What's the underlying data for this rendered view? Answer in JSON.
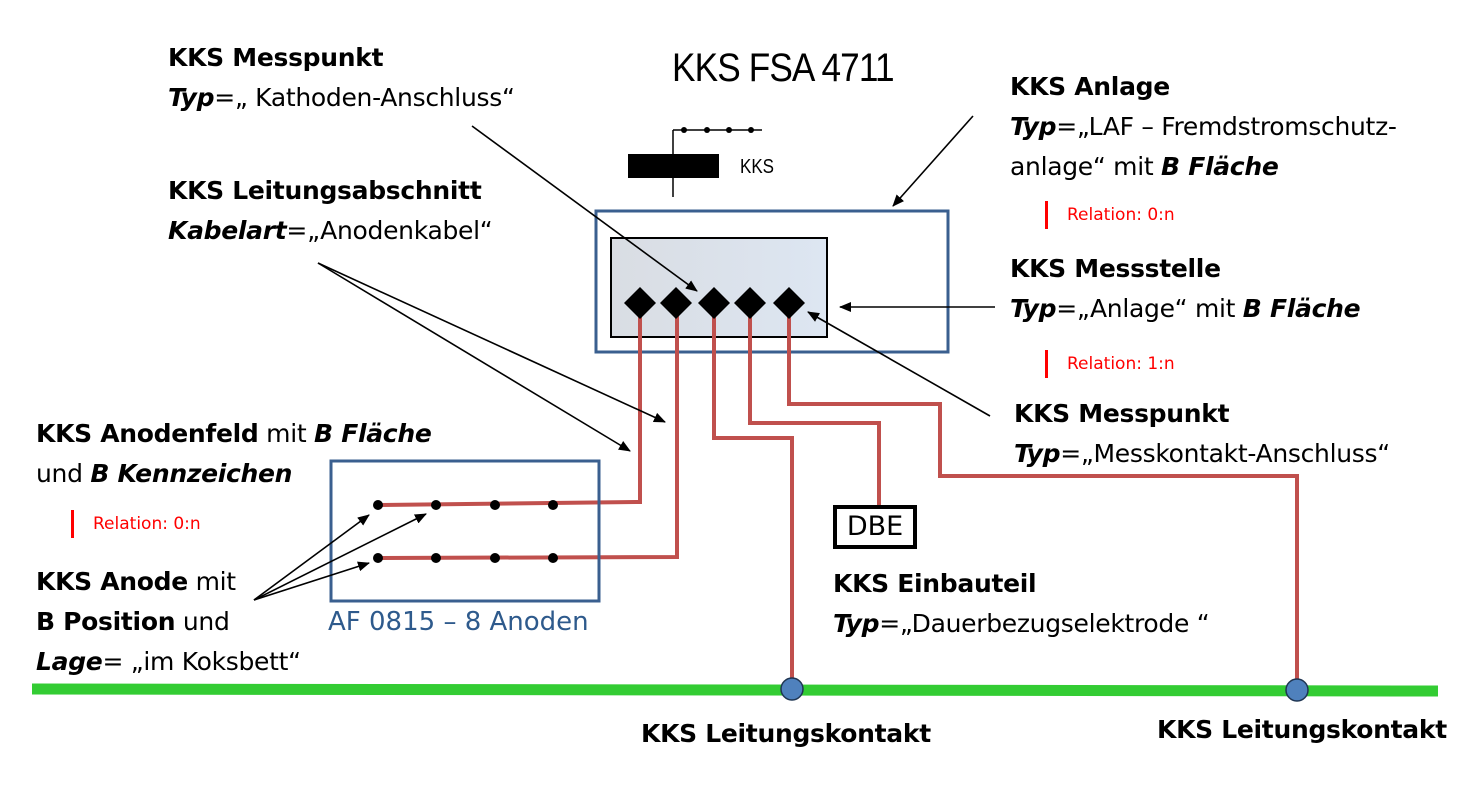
{
  "title": "KKS FSA 4711",
  "symbol_label": "KKS",
  "colors": {
    "wire": "#c0504d",
    "frame": "#3a5f8f",
    "pipeline": "#33cc33",
    "contact": "#4f81bd",
    "relation": "#ff0000"
  },
  "labels": {
    "messpunkt_kathode": {
      "title": "KKS Messpunkt",
      "attr": "Typ",
      "value": "=„ Kathoden-Anschluss“"
    },
    "leitungsabschnitt": {
      "title": "KKS Leitungsabschnitt",
      "attr": "Kabelart",
      "value": "=„Anodenkabel“"
    },
    "anlage": {
      "title": "KKS Anlage",
      "attr": "Typ",
      "value": "=„LAF – Fremdstromschutz-",
      "line2": "anlage“ mit ",
      "line2_bold": "B Fläche",
      "relation": "Relation: 0:n"
    },
    "messstelle": {
      "title": "KKS Messstelle",
      "attr": "Typ",
      "value": "=„Anlage“ mit ",
      "value_bold": "B Fläche",
      "relation": "Relation: 1:n"
    },
    "messpunkt_messkontakt": {
      "title": "KKS Messpunkt",
      "attr": "Typ",
      "value": "=„Messkontakt-Anschluss“"
    },
    "anodenfeld": {
      "title": "KKS Anodenfeld",
      "mid": " mit ",
      "bold1": "B Fläche",
      "line2": "und ",
      "bold2": "B Kennzeichen",
      "relation": "Relation: 0:n"
    },
    "anode": {
      "title": "KKS Anode",
      "mid": " mit",
      "line2_bold": "B Position",
      "line2": " und",
      "line3_attr": "Lage",
      "line3": "= „im Koksbett“"
    },
    "anodenfeld_name": "AF 0815 – 8 Anoden",
    "einbauteil": {
      "box": "DBE",
      "title": "KKS Einbauteil",
      "attr": "Typ",
      "value": "=„Dauerbezugselektrode “"
    },
    "leitungskontakt_1": "KKS Leitungskontakt",
    "leitungskontakt_2": "KKS Leitungskontakt"
  },
  "counts": {
    "messpunkte": 5,
    "anoden_per_row": 4,
    "anoden_rows": 2
  }
}
